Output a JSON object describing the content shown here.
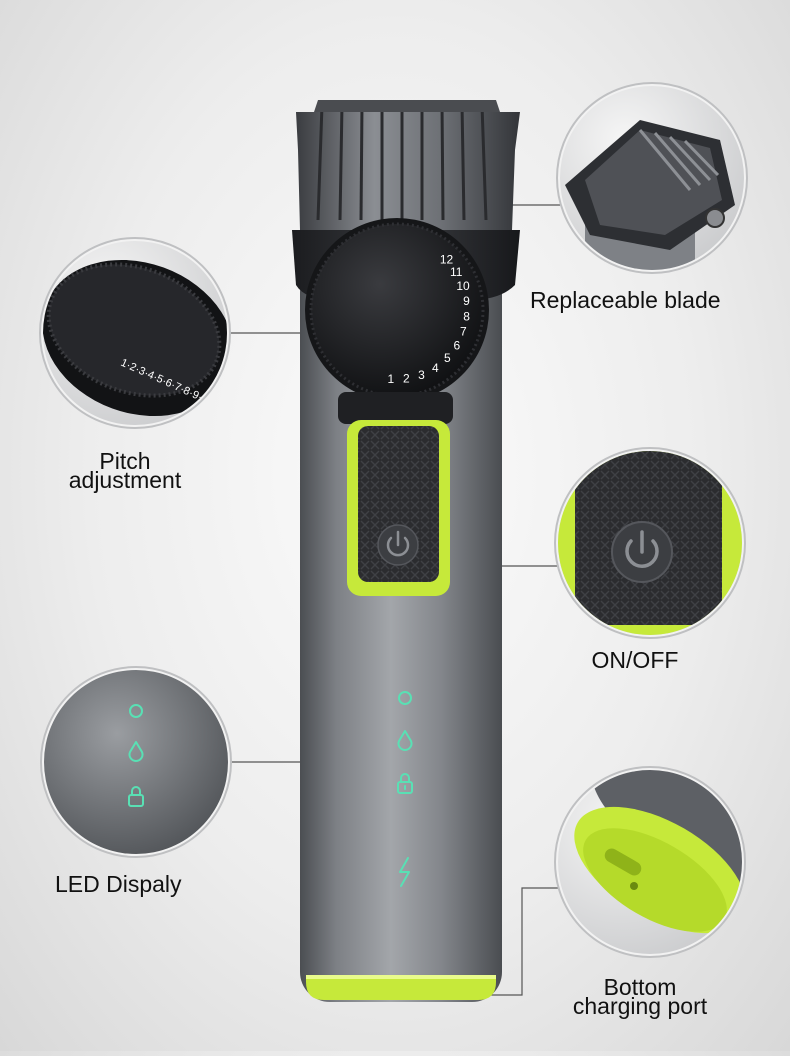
{
  "features": {
    "replaceable_blade": {
      "label": "Replaceable blade"
    },
    "pitch_adjustment": {
      "line1": "Pitch",
      "line2": "adjustment"
    },
    "on_off": {
      "label": "ON/OFF"
    },
    "led_display": {
      "label": "LED Dispaly"
    },
    "charging_port": {
      "line1": "Bottom",
      "line2": "charging port"
    }
  },
  "dial": {
    "scale": [
      "1",
      "2",
      "3",
      "4",
      "5",
      "6",
      "7",
      "8",
      "9",
      "10",
      "11",
      "12"
    ]
  },
  "led_icons": [
    "circle-icon",
    "droplet-icon",
    "lock-icon",
    "lightning-icon"
  ],
  "colors": {
    "accent_lime": "#c6e93a",
    "led_green": "#59e0b4",
    "body_gray": "#6f7276",
    "head_black": "#222326"
  }
}
